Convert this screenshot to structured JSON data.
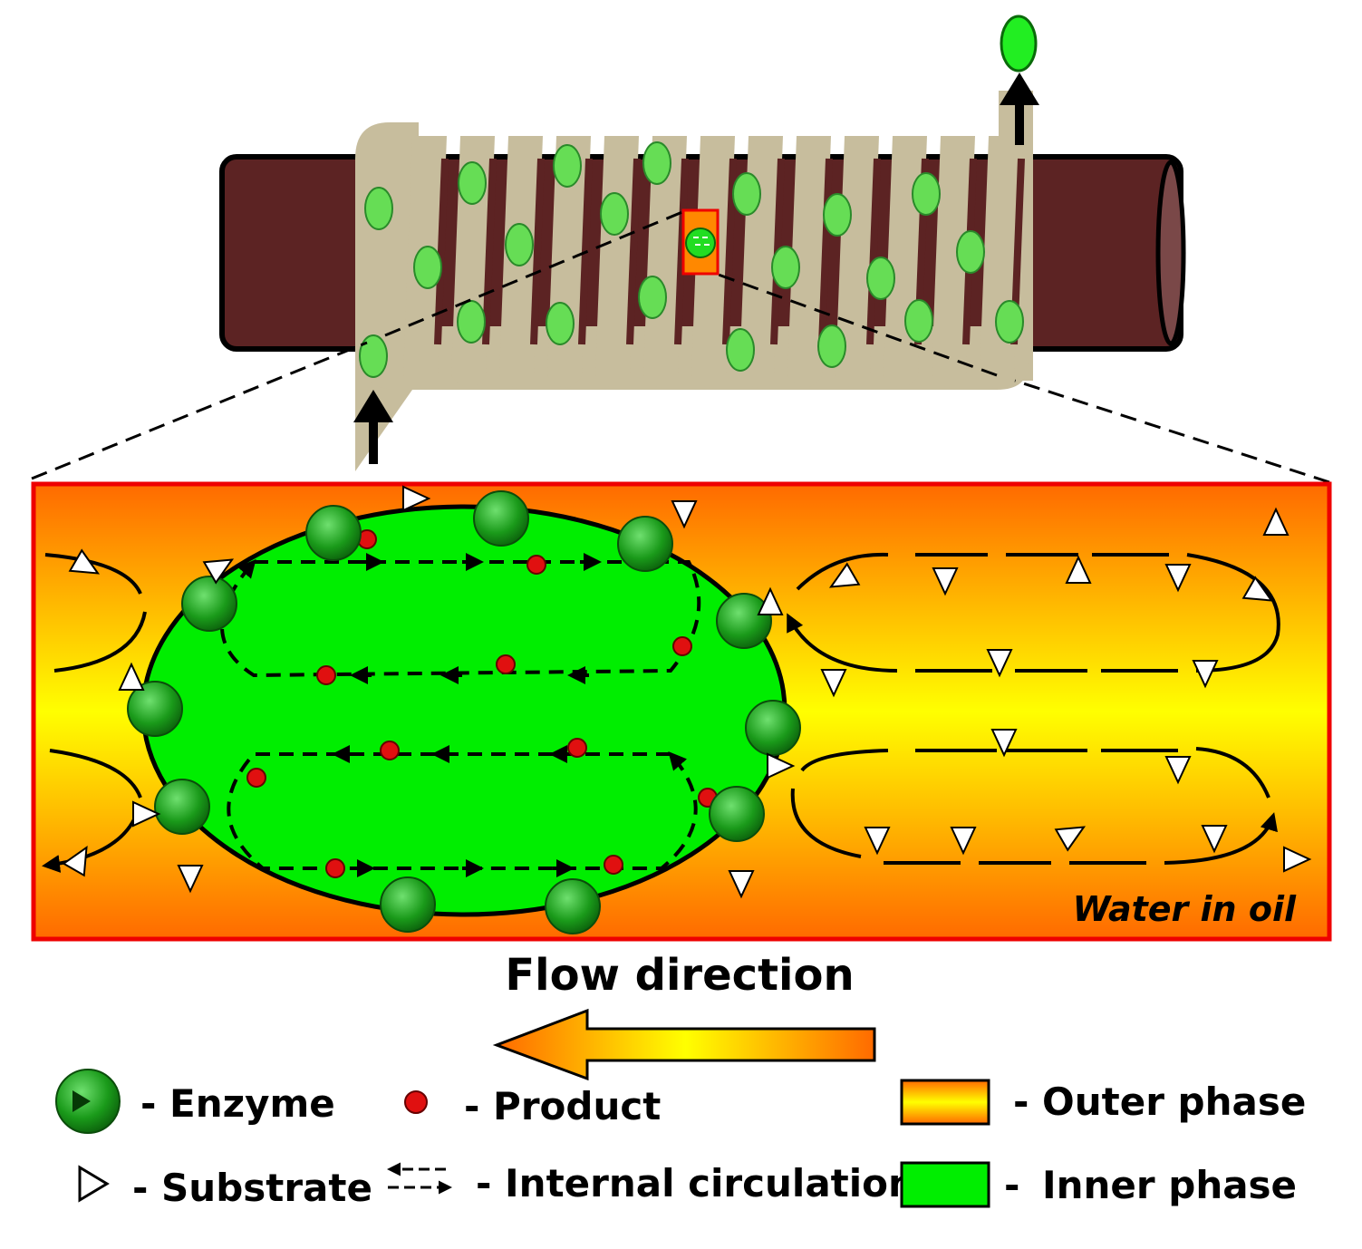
{
  "panel": {
    "caption": "Water in oil",
    "outer_colors": [
      "#ff6a00",
      "#ffff00"
    ],
    "inner_color": "#00ee00"
  },
  "flow": {
    "label": "Flow direction"
  },
  "legend": {
    "enzyme": "- Enzyme",
    "product": "- Product",
    "outer_phase": "- Outer phase",
    "substrate": "- Substrate",
    "internal_circulation": "- Internal circulation",
    "inner_phase_dash": "-",
    "inner_phase": "Inner phase"
  },
  "colors": {
    "tube": "#5c2323",
    "coil": "#c7bd9d",
    "enzyme": "#1f9a1f",
    "product": "#e01010",
    "droplet": "#66dd55"
  }
}
